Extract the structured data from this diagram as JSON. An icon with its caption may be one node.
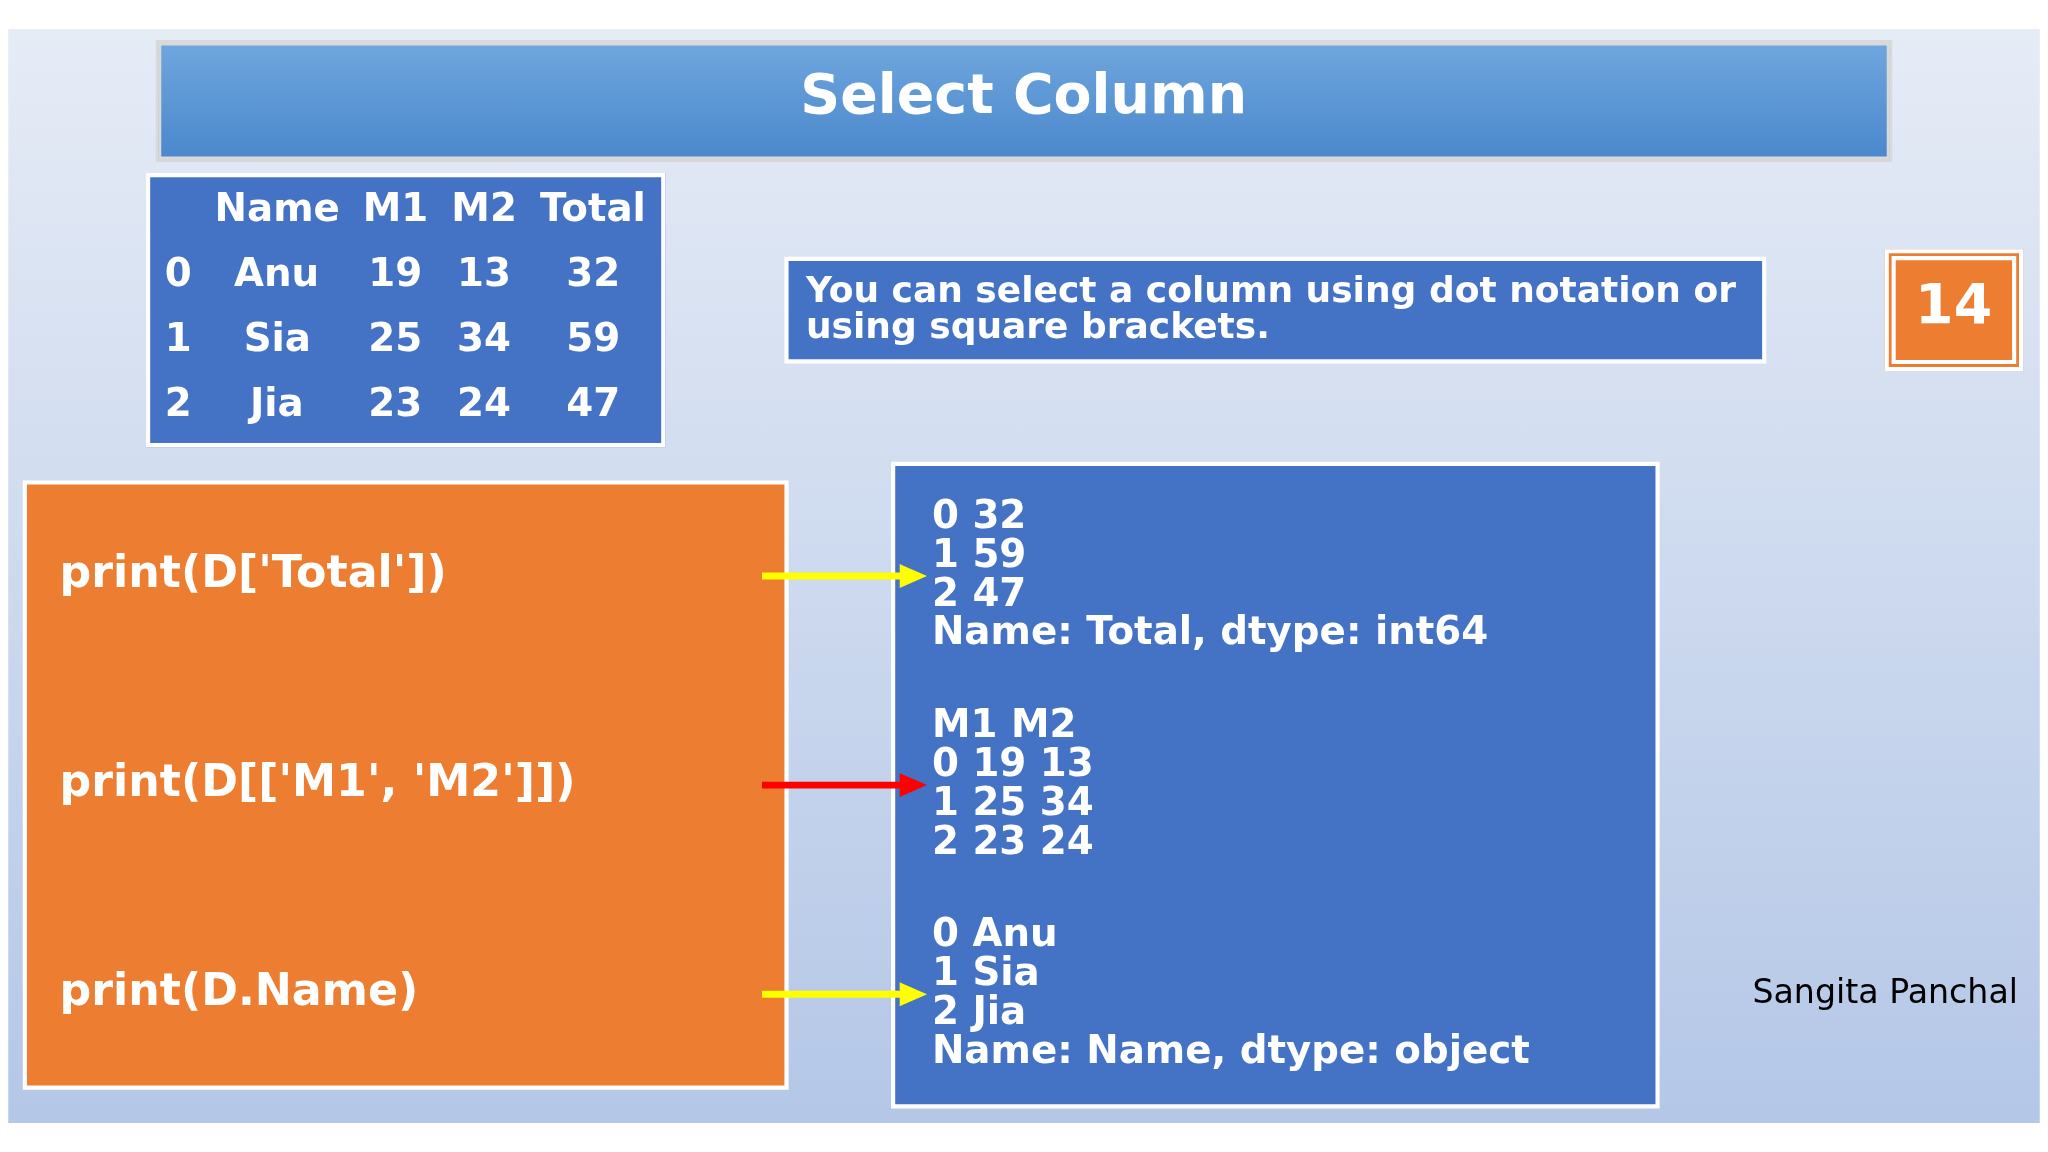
{
  "diagram": {
    "title": "Select Column",
    "nodes": [
      {
        "text": [
          "You can select a column using dot notation or using square brackets."
        ]
      },
      {
        "text": [],
        "shape": "box"
      },
      {
        "text": [
          "print(D['Total'])"
        ],
        "in": 1
      },
      {
        "text": [
          "print(D[['M1', 'M2']])"
        ],
        "in": 1
      },
      {
        "text": [
          "print(D.Name)"
        ],
        "in": 1
      },
      {
        "text": [],
        "shape": "box"
      },
      {
        "text": [
          "0 32",
          "1 59",
          "2 47",
          "Name: Total, dtype: int64"
        ],
        "in": 5
      },
      {
        "text": [
          "M1 M2",
          "0 19 13",
          "1 25 34",
          "2 23 24"
        ],
        "in": 5
      },
      {
        "text": [
          "0 Anu",
          "1 Sia",
          "2 Jia",
          "Name: Name, dtype: object"
        ],
        "in": 5
      }
    ],
    "edges": [
      {
        "from": 2,
        "to": 6,
        "arrow": "to"
      },
      {
        "from": 3,
        "to": 7,
        "arrow": "to",
        "color": "#ff0000"
      },
      {
        "from": 4,
        "to": 8,
        "arrow": "to"
      }
    ],
    "labels": [
      "14",
      "Name",
      "M1",
      "M2",
      "Total",
      "0",
      "Anu",
      "19",
      "13",
      "32",
      "1",
      "Sia",
      "25",
      "34",
      "59",
      "2",
      "Jia",
      "23",
      "24",
      "47",
      "Sangita Panchal"
    ]
  }
}
